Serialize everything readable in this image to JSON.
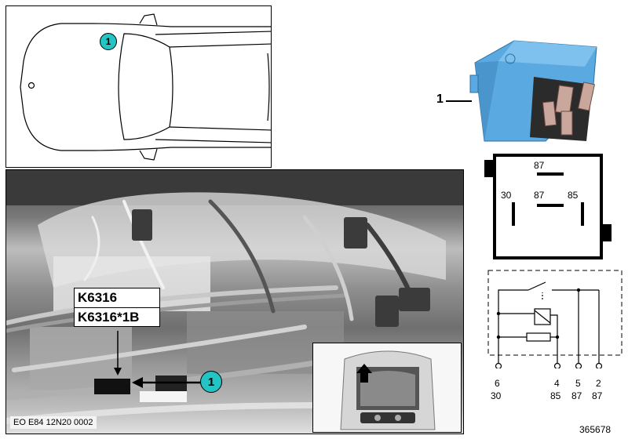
{
  "car_view": {
    "location_marker": "1"
  },
  "photo": {
    "labels": [
      "K6316",
      "K6316*1B"
    ],
    "location_marker": "1",
    "caption": "EO E84 12N20 0002"
  },
  "relay": {
    "callout": "1"
  },
  "pinout": {
    "top": "87",
    "left": "30",
    "middle": "87",
    "right": "85"
  },
  "circuit": {
    "pins": [
      {
        "number": "6",
        "terminal": "30"
      },
      {
        "number": "4",
        "terminal": "85"
      },
      {
        "number": "5",
        "terminal": "87"
      },
      {
        "number": "2",
        "terminal": "87"
      }
    ]
  },
  "figure_id": "365678",
  "colors": {
    "marker": "#22c4c4",
    "relay_body": "#5aa9e0",
    "ink": "#000000"
  }
}
